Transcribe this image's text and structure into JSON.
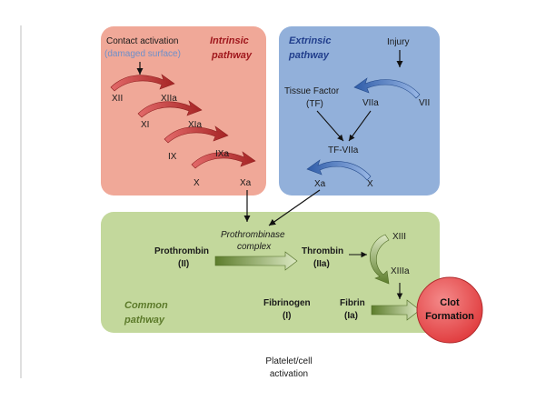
{
  "colors": {
    "intrinsic_bg": "#f0a898",
    "extrinsic_bg": "#92b0da",
    "common_bg": "#c3d89c",
    "intrinsic_title": "#a0171c",
    "extrinsic_title": "#213e8c",
    "common_title": "#5c7a2a",
    "damaged_text": "#6e8fc9",
    "clot_fill": "#e8484a",
    "arrow_red": "#c83a3a",
    "arrow_blue": "#3f6fbf",
    "arrow_green": "#6f8f3a"
  },
  "intrinsic": {
    "title_line1": "Intrinsic",
    "title_line2": "pathway",
    "contact_label": "Contact activation",
    "damaged_label": "(damaged surface)",
    "factors": [
      {
        "from": "XII",
        "to": "XIIa"
      },
      {
        "from": "XI",
        "to": "XIa"
      },
      {
        "from": "IX",
        "to": "IXa"
      },
      {
        "from": "X",
        "to": "Xa"
      }
    ]
  },
  "extrinsic": {
    "title_line1": "Extrinsic",
    "title_line2": "pathway",
    "injury": "Injury",
    "tissue_factor_line1": "Tissue Factor",
    "tissue_factor_line2": "(TF)",
    "vii_active": "VIIa",
    "vii": "VII",
    "complex": "TF-VIIa",
    "xa": "Xa",
    "x": "X"
  },
  "common": {
    "title_line1": "Common",
    "title_line2": "pathway",
    "prothrombinase_line1": "Prothrombinase",
    "prothrombinase_line2": "complex",
    "prothrombin_line1": "Prothrombin",
    "prothrombin_line2": "(II)",
    "thrombin_line1": "Thrombin",
    "thrombin_line2": "(IIa)",
    "xiii": "XIII",
    "xiiia": "XIIIa",
    "fibrinogen_line1": "Fibrinogen",
    "fibrinogen_line2": "(I)",
    "fibrin_line1": "Fibrin",
    "fibrin_line2": "(Ia)"
  },
  "clot": {
    "line1": "Clot",
    "line2": "Formation"
  },
  "platelet": {
    "line1": "Platelet/cell",
    "line2": "activation"
  }
}
